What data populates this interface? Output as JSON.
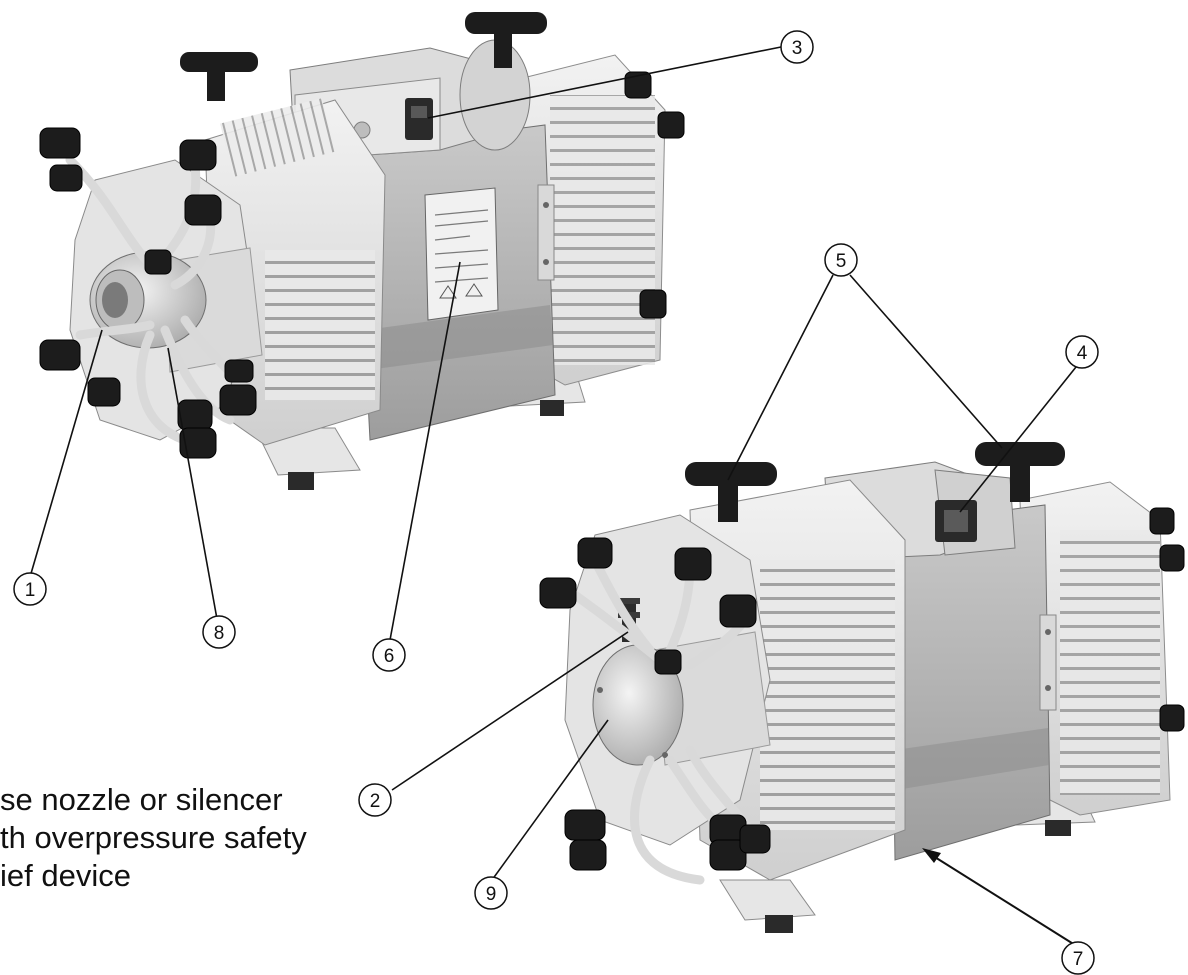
{
  "figure": {
    "description_lines": [
      "se nozzle or silencer",
      "th overpressure safety",
      "ief device"
    ],
    "callouts": [
      {
        "id": "1",
        "label": "1"
      },
      {
        "id": "2",
        "label": "2"
      },
      {
        "id": "3",
        "label": "3"
      },
      {
        "id": "4",
        "label": "4"
      },
      {
        "id": "5",
        "label": "5"
      },
      {
        "id": "6",
        "label": "6"
      },
      {
        "id": "7",
        "label": "7"
      },
      {
        "id": "8",
        "label": "8"
      },
      {
        "id": "9",
        "label": "9"
      }
    ],
    "colors": {
      "housing": "#d2d2d2",
      "housing_dark": "#a9a9a9",
      "fins": "#e7e7e7",
      "caps": "#1c1c1c",
      "line": "#111111"
    }
  }
}
